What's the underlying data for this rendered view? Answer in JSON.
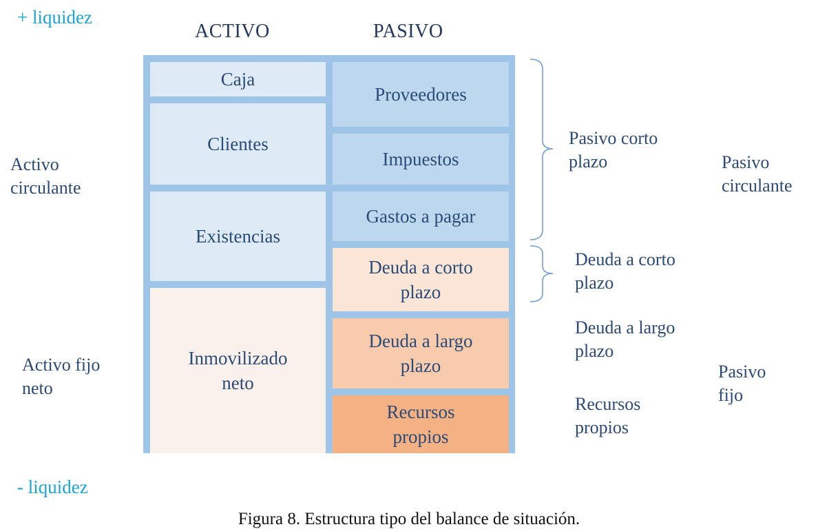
{
  "liquidity": {
    "top": "+ liquidez",
    "bottom": "- liquidez"
  },
  "headers": {
    "activo": "ACTIVO",
    "pasivo": "PASIVO"
  },
  "activo": {
    "caja": "Caja",
    "clientes": "Clientes",
    "existencias": "Existencias",
    "inmovilizado": "Inmovilizado neto"
  },
  "pasivo": {
    "proveedores": "Proveedores",
    "impuestos": "Impuestos",
    "gastos": "Gastos a pagar",
    "deuda_corto": "Deuda a corto plazo",
    "deuda_largo": "Deuda a largo plazo",
    "recursos": "Recursos propios"
  },
  "left_labels": {
    "activo_circulante": "Activo circulante",
    "activo_fijo": "Activo fijo neto"
  },
  "right_labels": {
    "pasivo_corto": "Pasivo corto plazo",
    "deuda_corto": "Deuda a corto plazo",
    "deuda_largo": "Deuda a largo plazo",
    "recursos": "Recursos propios",
    "pasivo_circulante": "Pasivo circulante",
    "pasivo_fijo": "Pasivo fijo"
  },
  "caption": "Figura 8. Estructura tipo del balance de situación.",
  "colors": {
    "liquidity_text": "#1aa3d6",
    "frame": "#9ec5e8",
    "activo_cells": "#deeaf6",
    "pasivo_cells": "#bdd7ee",
    "deuda_corto": "#fbe5d6",
    "deuda_largo": "#f8cbad",
    "recursos_propios": "#f4b183",
    "inmovilizado": "#fbf1ec"
  }
}
